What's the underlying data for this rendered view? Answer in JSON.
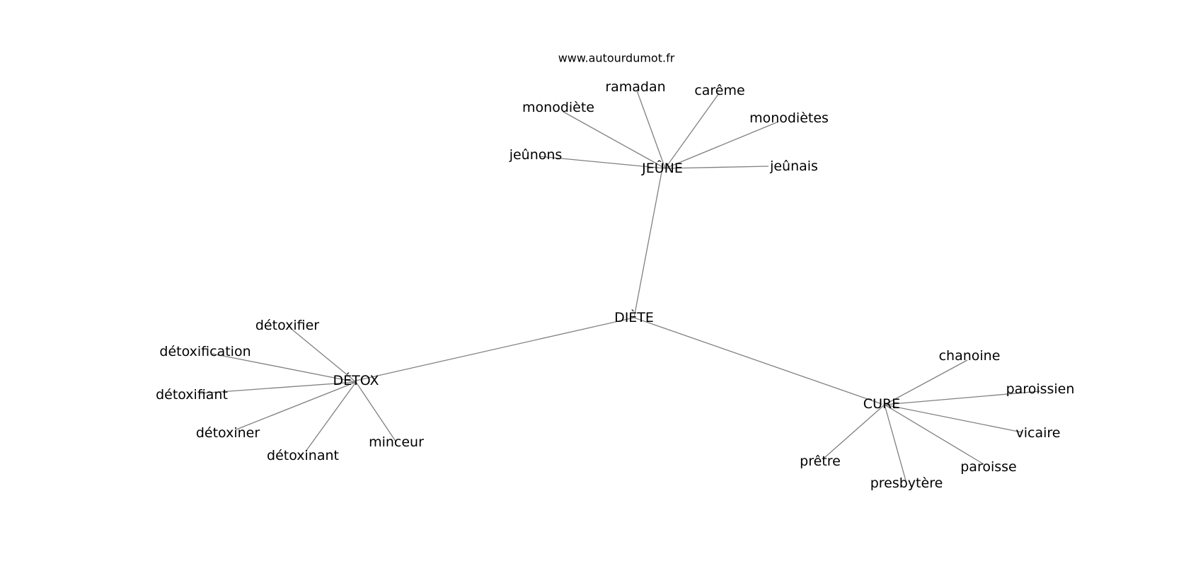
{
  "site": "www.autourdumot.fr",
  "nodes": [
    {
      "id": "diete",
      "label": "DIÈTE"
    },
    {
      "id": "jeune",
      "label": "JEÛNE"
    },
    {
      "id": "detox",
      "label": "DÉTOX"
    },
    {
      "id": "cure",
      "label": "CURE"
    },
    {
      "id": "ramadan",
      "label": "ramadan"
    },
    {
      "id": "careme",
      "label": "carême"
    },
    {
      "id": "monodiete",
      "label": "monodiète"
    },
    {
      "id": "monodietes",
      "label": "monodiètes"
    },
    {
      "id": "jeunons",
      "label": "jeûnons"
    },
    {
      "id": "jeunais",
      "label": "jeûnais"
    },
    {
      "id": "detoxifier",
      "label": "détoxifier"
    },
    {
      "id": "detoxification",
      "label": "détoxification"
    },
    {
      "id": "detoxifiant",
      "label": "détoxifiant"
    },
    {
      "id": "detoxiner",
      "label": "détoxiner"
    },
    {
      "id": "detoxinant",
      "label": "détoxinant"
    },
    {
      "id": "minceur",
      "label": "minceur"
    },
    {
      "id": "chanoine",
      "label": "chanoine"
    },
    {
      "id": "paroissien",
      "label": "paroissien"
    },
    {
      "id": "vicaire",
      "label": "vicaire"
    },
    {
      "id": "paroisse",
      "label": "paroisse"
    },
    {
      "id": "presbytere",
      "label": "presbytère"
    },
    {
      "id": "pretre",
      "label": "prêtre"
    }
  ],
  "edges": [
    [
      "diete",
      "jeune"
    ],
    [
      "diete",
      "detox"
    ],
    [
      "diete",
      "cure"
    ],
    [
      "jeune",
      "ramadan"
    ],
    [
      "jeune",
      "careme"
    ],
    [
      "jeune",
      "monodiete"
    ],
    [
      "jeune",
      "monodietes"
    ],
    [
      "jeune",
      "jeunons"
    ],
    [
      "jeune",
      "jeunais"
    ],
    [
      "detox",
      "detoxifier"
    ],
    [
      "detox",
      "detoxification"
    ],
    [
      "detox",
      "detoxifiant"
    ],
    [
      "detox",
      "detoxiner"
    ],
    [
      "detox",
      "detoxinant"
    ],
    [
      "detox",
      "minceur"
    ],
    [
      "cure",
      "chanoine"
    ],
    [
      "cure",
      "paroissien"
    ],
    [
      "cure",
      "vicaire"
    ],
    [
      "cure",
      "paroisse"
    ],
    [
      "cure",
      "presbytere"
    ],
    [
      "cure",
      "pretre"
    ]
  ]
}
